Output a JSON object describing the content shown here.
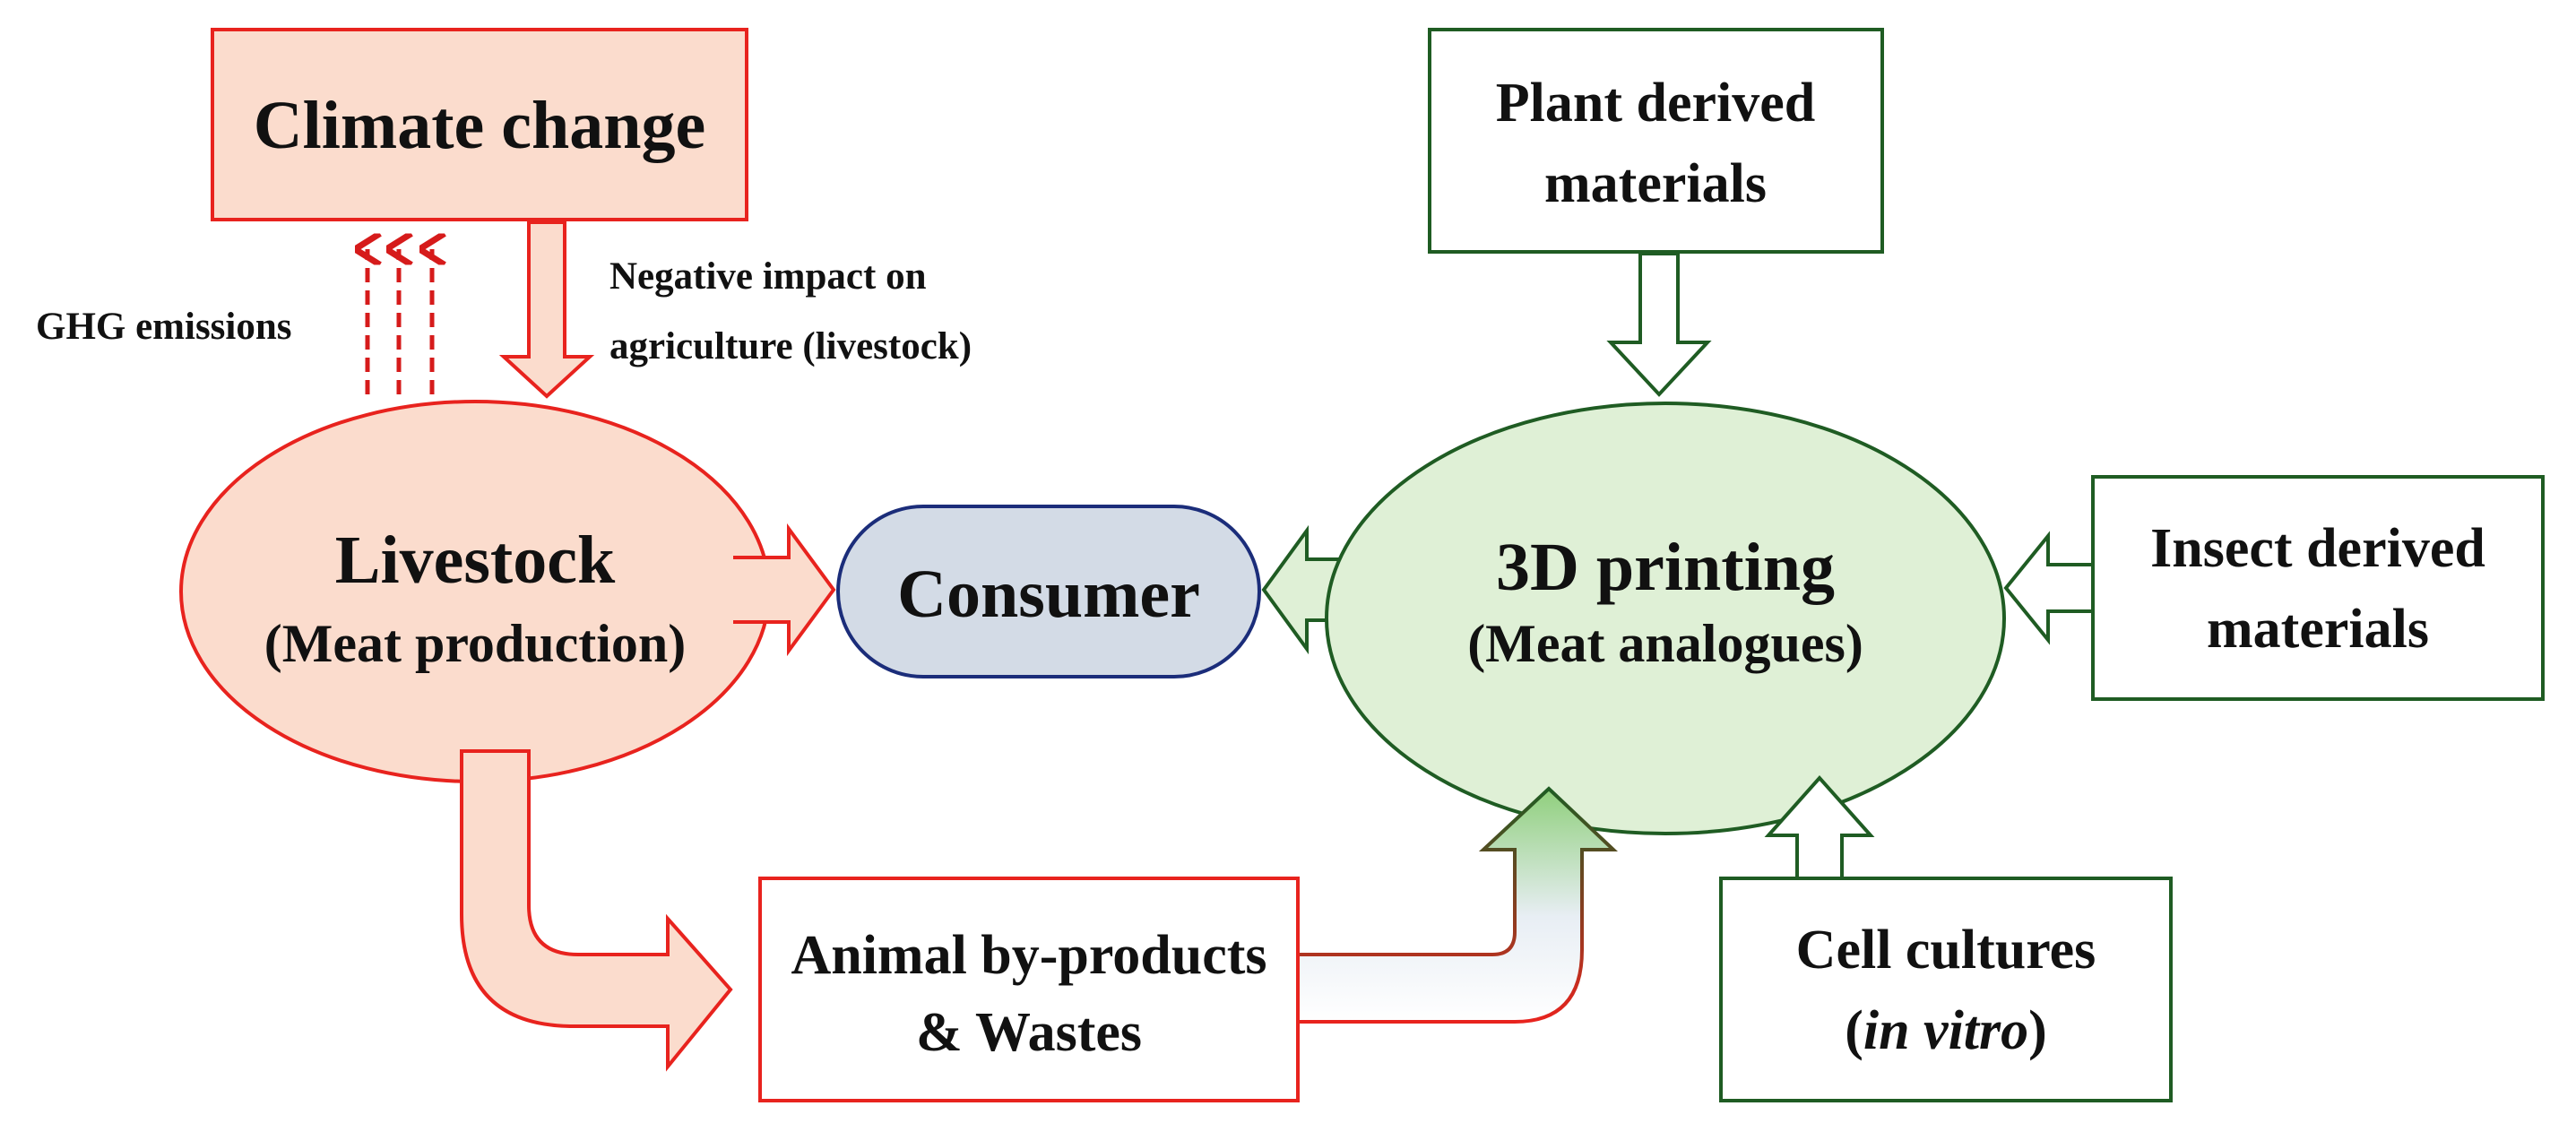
{
  "nodes": {
    "climate_change": "Climate change",
    "livestock": {
      "title": "Livestock",
      "subtitle": "(Meat production)"
    },
    "consumer": "Consumer",
    "printing": {
      "title": "3D printing",
      "subtitle": "(Meat analogues)"
    },
    "plant": {
      "line1": "Plant derived",
      "line2": "materials"
    },
    "insect": {
      "line1": "Insect derived",
      "line2": "materials"
    },
    "cell": {
      "line1": "Cell cultures",
      "line2_open": "(",
      "line2_italic": "in vitro",
      "line2_close": ")"
    },
    "byproducts": {
      "line1": "Animal by-products",
      "line2": "& Wastes"
    }
  },
  "labels": {
    "ghg": "GHG emissions",
    "impact_line1": "Negative impact on",
    "impact_line2": "agriculture (livestock)"
  },
  "colors": {
    "red": "#e8231e",
    "red_fill": "#fbdccd",
    "green": "#1f5c23",
    "green_fill": "#dff0d6",
    "navy": "#1b2d7a",
    "consumer_fill": "#d3dbe6",
    "dashed_red": "#d61b1b"
  }
}
